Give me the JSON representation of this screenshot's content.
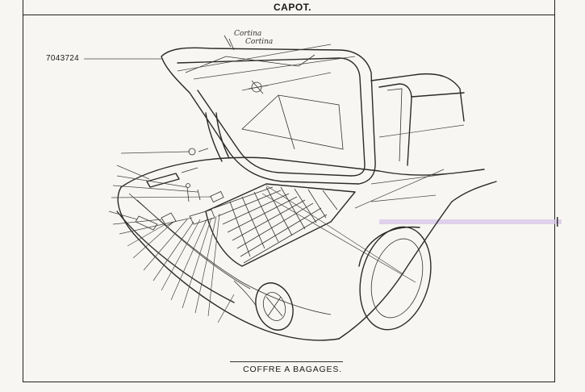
{
  "header": {
    "title": "CAPOT."
  },
  "callouts": {
    "part_number": "7043724"
  },
  "footer": {
    "caption": "COFFRE A BAGAGES."
  },
  "badge": {
    "script_top": "Cortina",
    "script_bottom": "Cortina"
  },
  "colors": {
    "ink": "#2a2a2a",
    "paper": "#f7f6f2",
    "scan_stripe": "#d8c8e8"
  }
}
